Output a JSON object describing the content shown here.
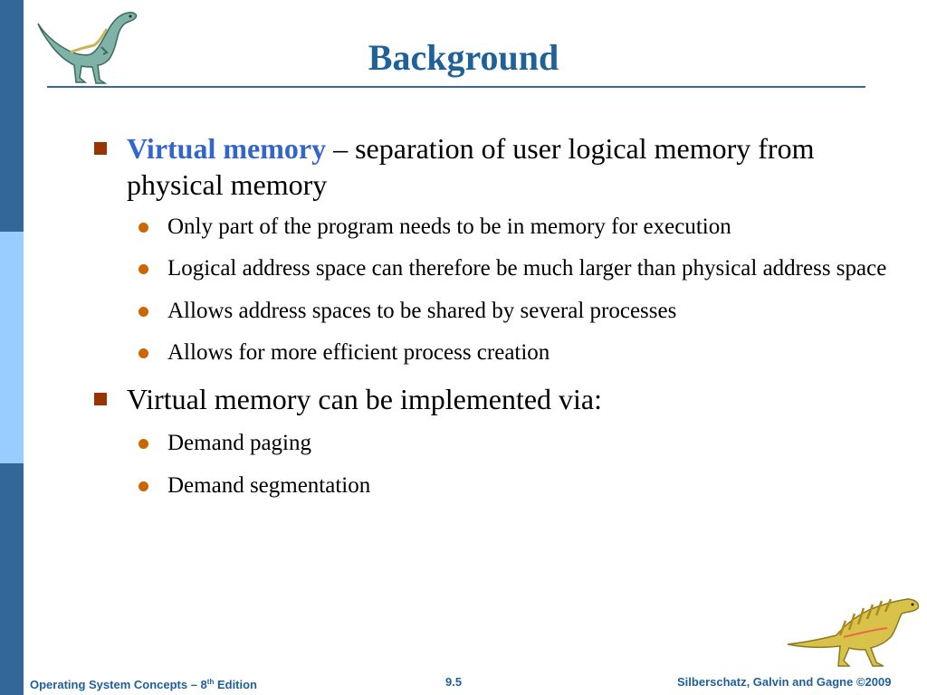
{
  "slide": {
    "title": "Background"
  },
  "bullets": {
    "b1": {
      "term": "Virtual memory",
      "text": " – separation of user logical memory from physical memory",
      "subs": [
        "Only part of the program needs to be in memory for execution",
        "Logical address space can therefore be much larger than physical address space",
        "Allows address spaces to be shared by several processes",
        "Allows for more efficient process creation"
      ]
    },
    "b2": {
      "text": "Virtual memory can be implemented via:",
      "subs": [
        "Demand paging",
        "Demand segmentation"
      ]
    }
  },
  "footer": {
    "left_pre": "Operating System Concepts – 8",
    "left_sup": "th",
    "left_post": " Edition",
    "center": "9.5",
    "right": "Silberschatz, Galvin and Gagne ©2009"
  },
  "colors": {
    "title": "#1f6199",
    "emphasis": "#3366cc",
    "bullet_square": "#993300",
    "bullet_dot": "#cc6600",
    "sidebar_dark": "#336699",
    "sidebar_light": "#99ccff"
  },
  "icons": {
    "top_left": "dinosaur-icon",
    "bottom_right": "dinosaur-icon"
  }
}
